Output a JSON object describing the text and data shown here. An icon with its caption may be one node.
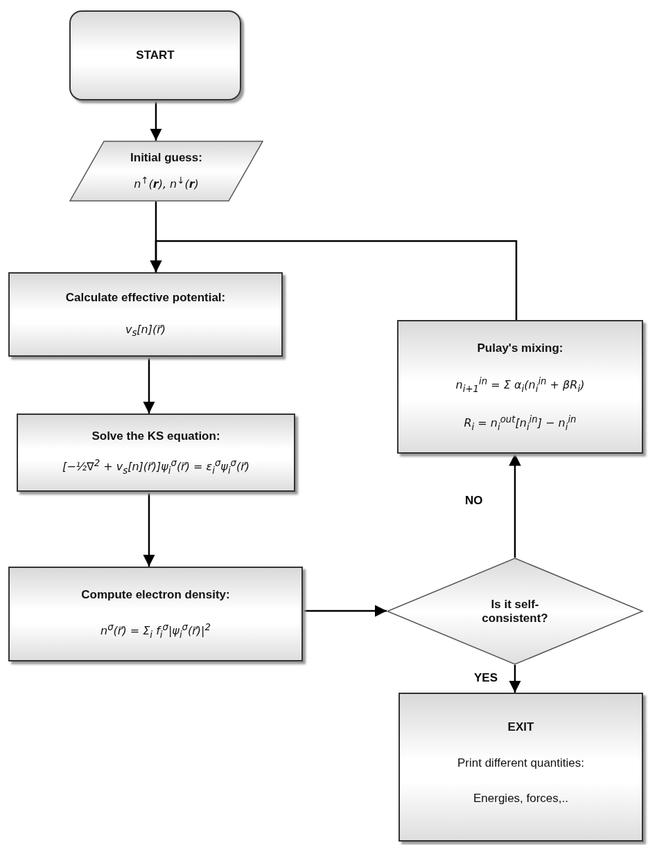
{
  "diagram": {
    "nodes": [
      {
        "text": [
          "START"
        ]
      },
      {
        "text": [
          "Initial guess:",
          "n$^{↑}$(**r**),  n$^{↓}$(**r**)"
        ]
      },
      {
        "text": [
          "Calculate effective potential:",
          "v$_{s}$[n](r⃗)"
        ]
      },
      {
        "text": [
          "Solve the KS equation:",
          "[−½∇$^{2}$ + v$_{s}$[n](r⃗)]ψ$_{i}$$^{σ}$(r⃗) = ε$_{i}$$^{σ}$ψ$_{i}$$^{σ}$(r⃗)"
        ]
      },
      {
        "text": [
          "Compute electron density:",
          "n$^{σ}$(r⃗) = Σ$_{i}$ f$_{i}$$^{σ}$|ψ$_{i}$$^{σ}$(r⃗)|$^{2}$"
        ]
      },
      {
        "text": [
          "Is it self-consistent?"
        ]
      },
      {
        "text": [
          "Pulay's mixing:",
          "n$_{i+1}$$^{in}$ = Σ α$_{i}$(n$_{i}$$^{in}$ + βR$_{i}$)",
          "R$_{i}$ = n$_{i}$$^{out}$[n$_{i}$$^{in}$] − n$_{i}$$^{in}$"
        ]
      },
      {
        "text": [
          "EXIT",
          "Print different quantities:",
          "Energies, forces,.."
        ]
      }
    ],
    "edges": [
      {
        "from": 0,
        "to": 1,
        "arrow": "to"
      },
      {
        "from": 1,
        "to": 2,
        "arrow": "to"
      },
      {
        "from": 2,
        "to": 3,
        "arrow": "to"
      },
      {
        "from": 3,
        "to": 4,
        "arrow": "to"
      },
      {
        "from": 4,
        "to": 5,
        "arrow": "to"
      },
      {
        "from": 5,
        "to": 6,
        "arrow": "to",
        "label": "NO"
      },
      {
        "from": 6,
        "to": 2,
        "arrow": "to"
      },
      {
        "from": 5,
        "to": 7,
        "arrow": "to",
        "label": "YES"
      }
    ]
  }
}
